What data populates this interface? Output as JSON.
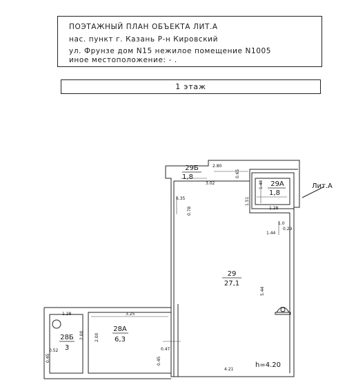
{
  "header": {
    "line1": "ПОЭТАЖНЫЙ ПЛАН ОБЪЕКТА ЛИТ.А",
    "line2": "нас. пункт г. Казань Р-н   Кировский",
    "line3": "ул. Фрунзе дом N15 нежилое помещение N1005",
    "line4": "иное местоположение: -   ."
  },
  "floor": {
    "label": "1 этаж"
  },
  "building_label": "Лит.А",
  "height_label": "h=4.20",
  "rooms": [
    {
      "id": "29",
      "area": "27,1"
    },
    {
      "id": "28А",
      "area": "6,3"
    },
    {
      "id": "28Б",
      "area": "3"
    },
    {
      "id": "29Б",
      "area": "1,8"
    },
    {
      "id": "29А",
      "area": "1,8"
    }
  ],
  "dimensions": {
    "d_2_80": "2.80",
    "d_3_02": "3.02",
    "d_0_65": "0.65",
    "d_6_35": "6.35",
    "d_0_78": "0.78",
    "d_1_40": "1.40",
    "d_1_51": "1.51",
    "d_1_28": "1.28",
    "d_1_0": "1.0",
    "d_0_29": "0.29",
    "d_1_44": "1.44",
    "d_5_44": "5.44",
    "d_3_25": "3.25",
    "d_2_00_a": "2.00",
    "d_2_00_b": "2.00",
    "d_1_28_b": "1.28",
    "d_0_47": "0.47",
    "d_0_45": "0.45",
    "d_0_45_b": "0.45",
    "d_0_52": "0.52",
    "d_4_21": "4.21"
  }
}
